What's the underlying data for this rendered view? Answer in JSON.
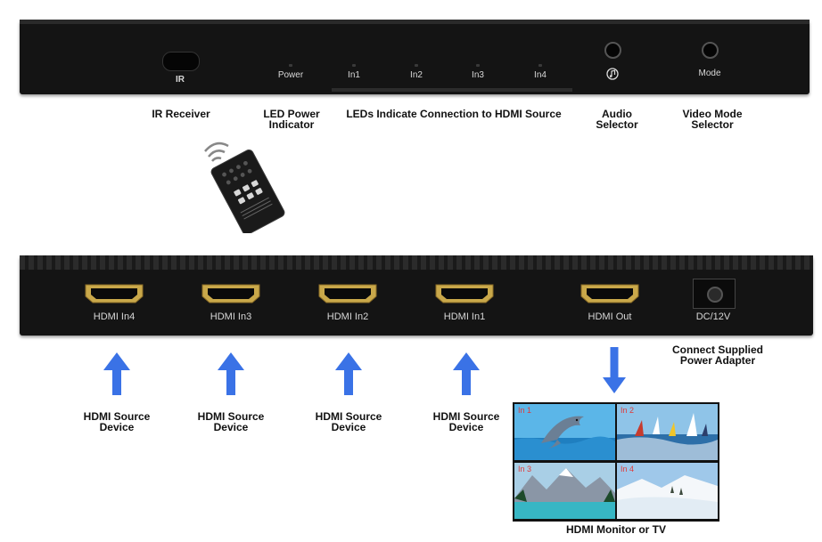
{
  "top_panel": {
    "ir_label": "IR",
    "power_label": "Power",
    "led_labels": [
      "In1",
      "In2",
      "In3",
      "In4"
    ],
    "mode_label": "Mode"
  },
  "top_callouts": {
    "ir_receiver": "IR Receiver",
    "led_power": [
      "LED Power",
      "Indicator"
    ],
    "leds_indicate": "LEDs Indicate Connection to HDMI Source",
    "audio_selector": [
      "Audio",
      "Selector"
    ],
    "video_mode": [
      "Video Mode",
      "Selector"
    ]
  },
  "bottom_panel": {
    "ports": [
      "HDMI In4",
      "HDMI In3",
      "HDMI In2",
      "HDMI In1",
      "HDMI Out"
    ],
    "dc_label": "DC/12V"
  },
  "bottom_callouts": {
    "power_adapter": [
      "Connect Supplied",
      "Power Adapter"
    ],
    "source_device": [
      "HDMI Source",
      "Device"
    ],
    "monitor": "HDMI Monitor or TV"
  },
  "monitor_quadrants": [
    "In 1",
    "In 2",
    "In 3",
    "In 4"
  ],
  "colors": {
    "arrow": "#3a72e6",
    "panel": "#141414",
    "hdmi_gold": "#c9a84a",
    "quad_label": "#e03a3a"
  }
}
